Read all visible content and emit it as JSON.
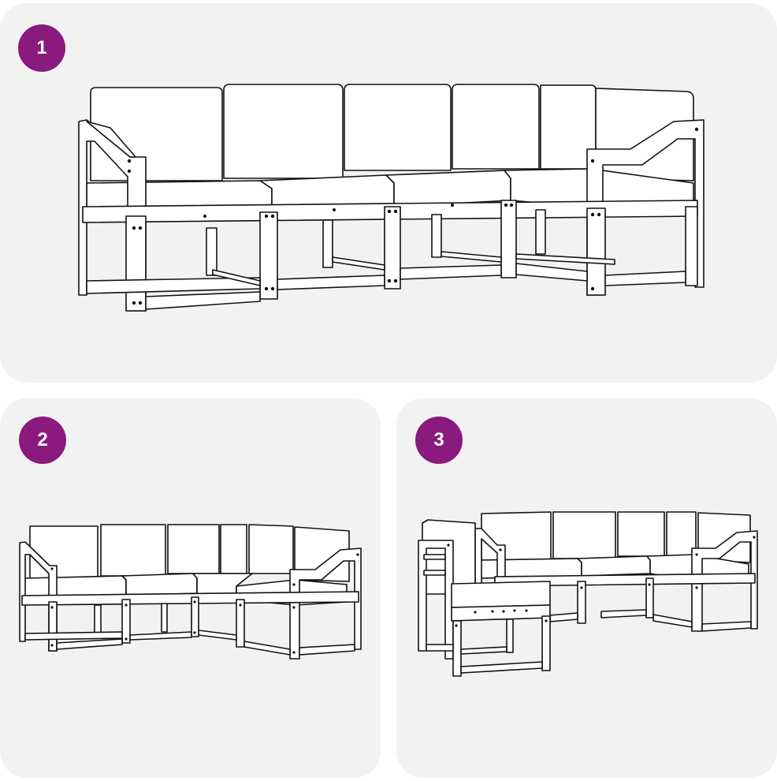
{
  "steps": [
    {
      "number": "1"
    },
    {
      "number": "2"
    },
    {
      "number": "3"
    }
  ],
  "colors": {
    "badge": "#8a1a7d",
    "panel_background": "#f2f2f2",
    "line": "#111111"
  },
  "icons": [
    "sofa-illustration-icon",
    "corner-sofa-illustration-icon",
    "sofa-with-ottoman-illustration-icon"
  ]
}
